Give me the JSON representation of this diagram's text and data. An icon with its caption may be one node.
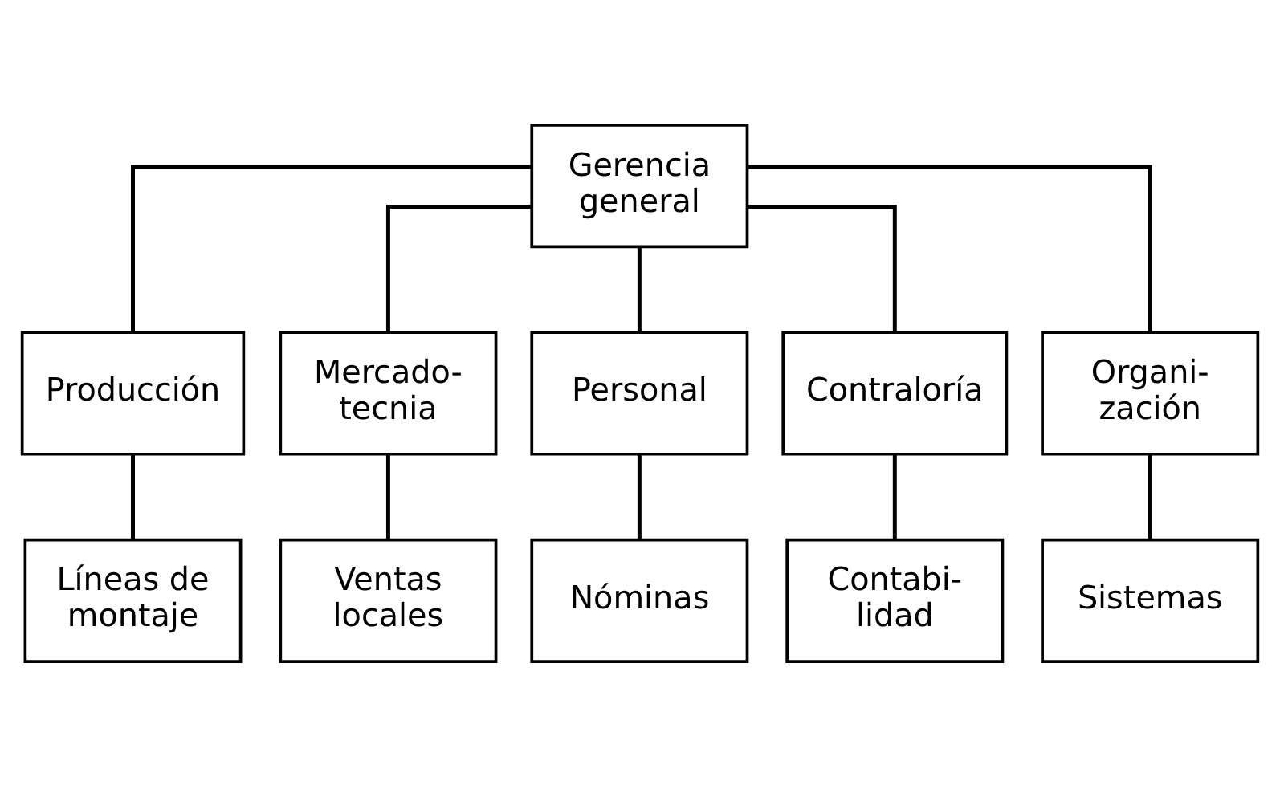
{
  "diagram": {
    "nodes": [
      {
        "text": [
          "Gerencia general"
        ]
      },
      {
        "text": [
          "Producción"
        ]
      },
      {
        "text": [
          "Mercado- tecnia"
        ]
      },
      {
        "text": [
          "Personal"
        ]
      },
      {
        "text": [
          "Contraloría"
        ]
      },
      {
        "text": [
          "Organi- zación"
        ]
      },
      {
        "text": [
          "Líneas de montaje"
        ]
      },
      {
        "text": [
          "Ventas locales"
        ]
      },
      {
        "text": [
          "Nóminas"
        ]
      },
      {
        "text": [
          "Contabi- lidad"
        ]
      },
      {
        "text": [
          "Sistemas"
        ]
      }
    ],
    "edges": [
      {
        "from": 0,
        "to": 1,
        "arrow": "none"
      },
      {
        "from": 0,
        "to": 2,
        "arrow": "none"
      },
      {
        "from": 0,
        "to": 3,
        "arrow": "none"
      },
      {
        "from": 0,
        "to": 4,
        "arrow": "none"
      },
      {
        "from": 0,
        "to": 5,
        "arrow": "none"
      },
      {
        "from": 1,
        "to": 6,
        "arrow": "none"
      },
      {
        "from": 2,
        "to": 7,
        "arrow": "none"
      },
      {
        "from": 3,
        "to": 8,
        "arrow": "none"
      },
      {
        "from": 4,
        "to": 9,
        "arrow": "none"
      },
      {
        "from": 5,
        "to": 10,
        "arrow": "none"
      }
    ]
  }
}
